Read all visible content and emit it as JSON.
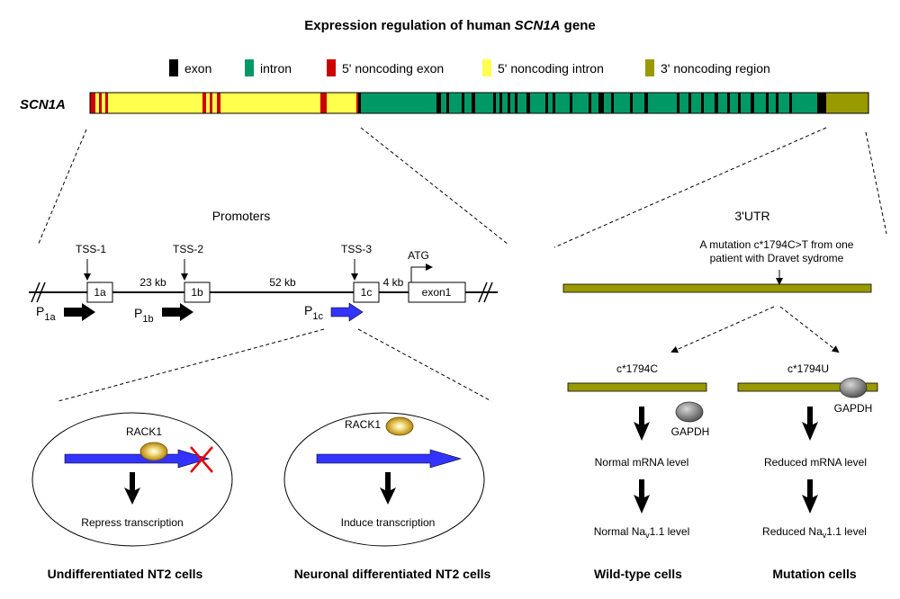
{
  "title": {
    "prefix": "Expression regulation of human ",
    "gene": "SCN1A",
    "suffix": " gene"
  },
  "legend": [
    {
      "label": "exon",
      "color": "#000000"
    },
    {
      "label": "intron",
      "color": "#009966"
    },
    {
      "label": "5' noncoding exon",
      "color": "#cc0000"
    },
    {
      "label": "5' noncoding intron",
      "color": "#ffff4d"
    },
    {
      "label": "3' noncoding region",
      "color": "#999900"
    }
  ],
  "gene_label": "SCN1A",
  "promoters": {
    "heading": "Promoters",
    "tss": [
      "TSS-1",
      "TSS-2",
      "TSS-3"
    ],
    "distances": [
      "23 kb",
      "52 kb",
      "4 kb"
    ],
    "boxes": [
      "1a",
      "1b",
      "1c",
      "exon1"
    ],
    "atg": "ATG",
    "p_labels": [
      {
        "main": "P",
        "sub": "1a"
      },
      {
        "main": "P",
        "sub": "1b"
      },
      {
        "main": "P",
        "sub": "1c"
      }
    ]
  },
  "cells_left": {
    "rack1": "RACK1",
    "repress": "Repress transcription",
    "induce": "Induce transcription",
    "undiff": "Undifferentiated NT2 cells",
    "neuronal": "Neuronal differentiated NT2 cells"
  },
  "utr": {
    "heading": "3'UTR",
    "mutation_line1": "A mutation c*1794C>T from one",
    "mutation_line2": "patient with Dravet sydrome",
    "wt_label": "c*1794C",
    "mut_label": "c*1794U",
    "gapdh": "GAPDH",
    "normal_mrna": "Normal mRNA level",
    "reduced_mrna": "Reduced mRNA level",
    "normal_nav_pre": "Normal Na",
    "reduced_nav_pre": "Reduced Na",
    "nav_sub": "v",
    "nav_post": "1.1 level",
    "wt_cells": "Wild-type cells",
    "mut_cells": "Mutation cells"
  },
  "colors": {
    "exon": "#000000",
    "intron": "#009966",
    "nc_exon": "#cc0000",
    "nc_intron": "#ffff4d",
    "utr": "#999900",
    "blue_arrow": "#3333ff",
    "gold": "#c8a020",
    "cross": "#e60000"
  }
}
